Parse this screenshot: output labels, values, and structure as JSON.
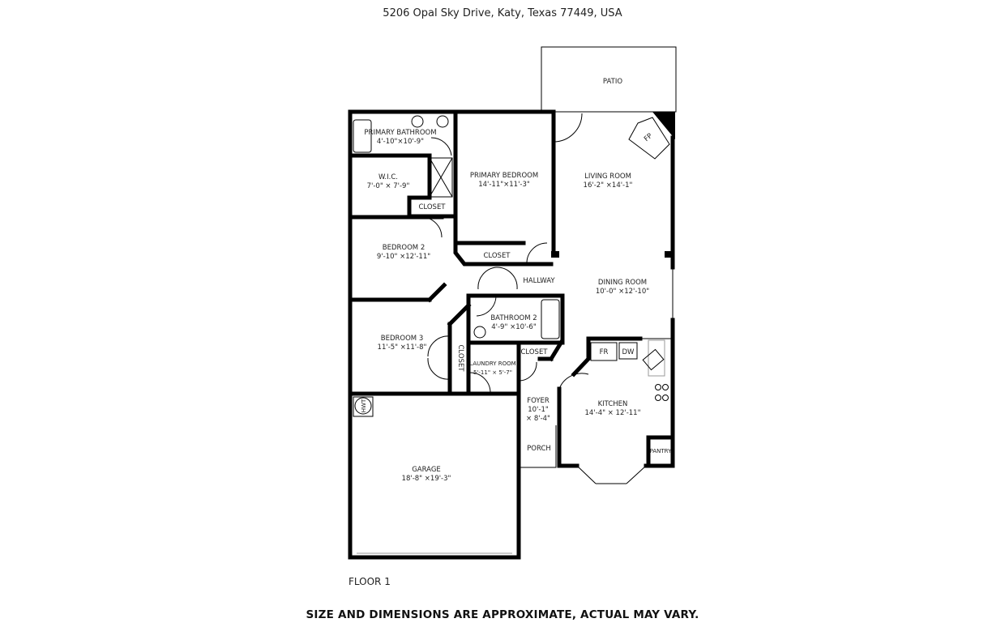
{
  "header": {
    "address": "5206 Opal Sky Drive, Katy, Texas 77449, USA"
  },
  "rooms": [
    {
      "id": "patio",
      "name": "PATIO",
      "dims": ""
    },
    {
      "id": "primary-bathroom",
      "name": "PRIMARY BATHROOM",
      "dims": "4'-10\"×10'-9\""
    },
    {
      "id": "primary-bedroom",
      "name": "PRIMARY BEDROOM",
      "dims": "14'-11\"×11'-3\""
    },
    {
      "id": "wic",
      "name": "W.I.C.",
      "dims": "7'-0\" × 7'-9\""
    },
    {
      "id": "closet-wic",
      "name": "CLOSET",
      "dims": ""
    },
    {
      "id": "living-room",
      "name": "LIVING ROOM",
      "dims": "16'-2\" ×14'-1\""
    },
    {
      "id": "bedroom-2",
      "name": "BEDROOM 2",
      "dims": "9'-10\" ×12'-11\""
    },
    {
      "id": "closet-primary",
      "name": "CLOSET",
      "dims": ""
    },
    {
      "id": "hallway",
      "name": "HALLWAY",
      "dims": ""
    },
    {
      "id": "dining-room",
      "name": "DINING ROOM",
      "dims": "10'-0\" ×12'-10\""
    },
    {
      "id": "bathroom-2",
      "name": "BATHROOM 2",
      "dims": "4'-9\" ×10'-6\""
    },
    {
      "id": "bedroom-3",
      "name": "BEDROOM 3",
      "dims": "11'-5\" ×11'-8\""
    },
    {
      "id": "closet-bed3",
      "name": "CLOSET",
      "dims": ""
    },
    {
      "id": "laundry-room",
      "name": "LAUNDRY ROOM",
      "dims": "5'-11\" × 5'-7\""
    },
    {
      "id": "closet-foyer",
      "name": "CLOSET",
      "dims": ""
    },
    {
      "id": "foyer",
      "name": "FOYER",
      "dims": "10'-1\"",
      "dims2": "× 8'-4\""
    },
    {
      "id": "kitchen",
      "name": "KITCHEN",
      "dims": "14'-4\" × 12'-11\""
    },
    {
      "id": "porch",
      "name": "PORCH",
      "dims": ""
    },
    {
      "id": "pantry",
      "name": "PANTRY",
      "dims": ""
    },
    {
      "id": "garage",
      "name": "GARAGE",
      "dims": "18'-8\" ×19'-3\""
    }
  ],
  "fixtures": {
    "fireplace": "FP",
    "fridge": "FR",
    "dishwasher": "DW",
    "water_heater": "HWT"
  },
  "footer": {
    "floor": "FLOOR 1",
    "disclaimer": "SIZE AND DIMENSIONS ARE APPROXIMATE, ACTUAL MAY VARY."
  }
}
